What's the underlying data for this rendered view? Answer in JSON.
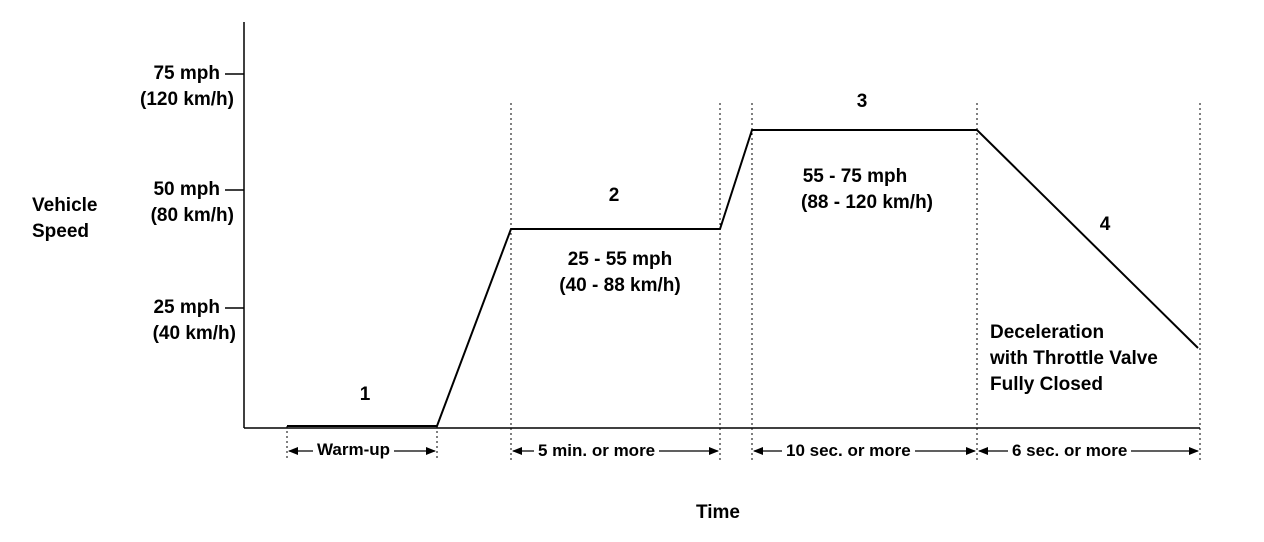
{
  "y_axis": {
    "title_line1": "Vehicle",
    "title_line2": "Speed",
    "ticks": [
      {
        "mph": "75 mph",
        "kmh": "(120 km/h)"
      },
      {
        "mph": "50 mph",
        "kmh": "(80 km/h)"
      },
      {
        "mph": "25 mph",
        "kmh": "(40 km/h)"
      }
    ]
  },
  "x_axis": {
    "title": "Time"
  },
  "phases": [
    {
      "number": "1",
      "duration": "Warm-up"
    },
    {
      "number": "2",
      "range_line1": "25 - 55 mph",
      "range_line2": "(40 - 88 km/h)",
      "duration": "5 min. or more"
    },
    {
      "number": "3",
      "range_line1": "55 - 75 mph",
      "range_line2": "(88 - 120 km/h)",
      "duration": "10 sec. or more"
    },
    {
      "number": "4",
      "note_line1": "Deceleration",
      "note_line2": "with Throttle Valve",
      "note_line3": "Fully Closed",
      "duration": "6 sec. or more"
    }
  ],
  "colors": {
    "line": "#000000",
    "background": "#ffffff"
  }
}
